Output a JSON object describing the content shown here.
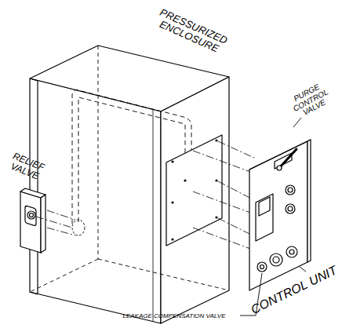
{
  "diagram": {
    "labels": [
      "PRESSURIZED ENCLOSURE",
      "RELIEF VALVE",
      "PURGE CONTROL VALVE",
      "CONTROL UNIT",
      "LEAKAGE COMPENSATION VALVE"
    ]
  }
}
